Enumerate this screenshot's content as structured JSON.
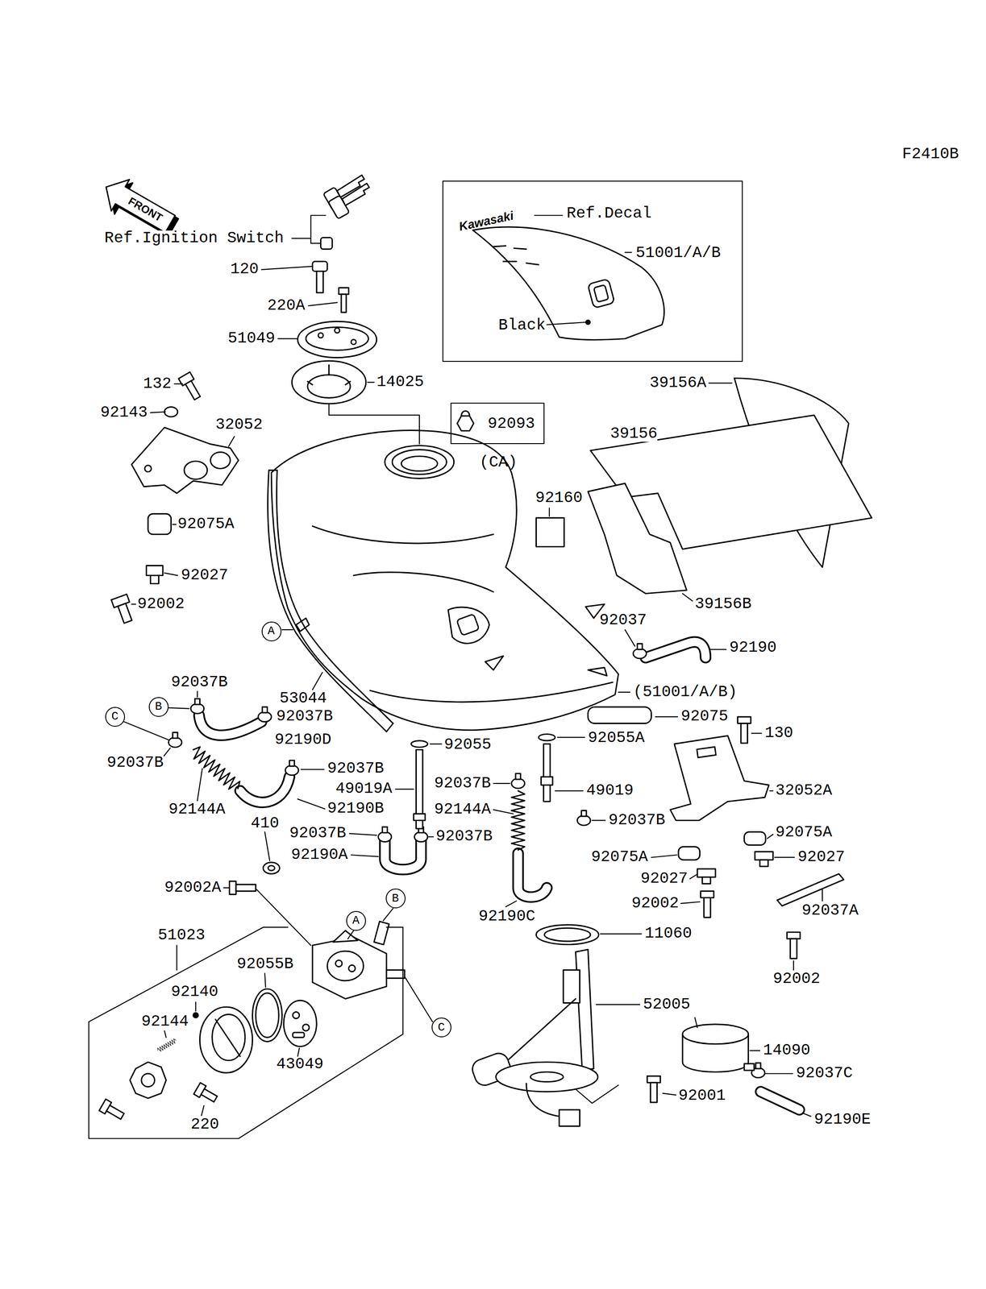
{
  "diagram": {
    "nodes": [
      {
        "text": [
          "Kawasaki",
          "Ref.Decal",
          "51001/A/B",
          "Black"
        ]
      },
      {
        "text": [
          "92093",
          "(CA)"
        ]
      },
      {
        "text": [
          "A"
        ]
      },
      {
        "text": [
          "B"
        ]
      },
      {
        "text": [
          "C"
        ]
      },
      {
        "text": [
          "B"
        ]
      },
      {
        "text": [
          "A"
        ]
      },
      {
        "text": [
          "C"
        ]
      }
    ],
    "labels": [
      "F2410B",
      "FRONT",
      "Ref.Ignition Switch",
      "120",
      "220A",
      "51049",
      "132",
      "92143",
      "32052",
      "14025",
      "39156A",
      "39156",
      "92160",
      "39156B",
      "92075A",
      "92027",
      "92002",
      "53044",
      "92037",
      "92190",
      "(51001/A/B)",
      "92075",
      "130",
      "32052A",
      "92037B",
      "92037B",
      "92190D",
      "92037B",
      "92144A",
      "92037B",
      "92190B",
      "92055",
      "92055A",
      "49019A",
      "49019",
      "92037B",
      "92144A",
      "92037B",
      "92037B",
      "92037B",
      "92190A",
      "92075A",
      "92075A",
      "92027",
      "92027",
      "410",
      "92002A",
      "92190C",
      "92002",
      "92037A",
      "11060",
      "92002",
      "51023",
      "92140",
      "92055B",
      "92144",
      "43049",
      "220",
      "52005",
      "14090",
      "92037C",
      "92001",
      "92190E"
    ]
  }
}
